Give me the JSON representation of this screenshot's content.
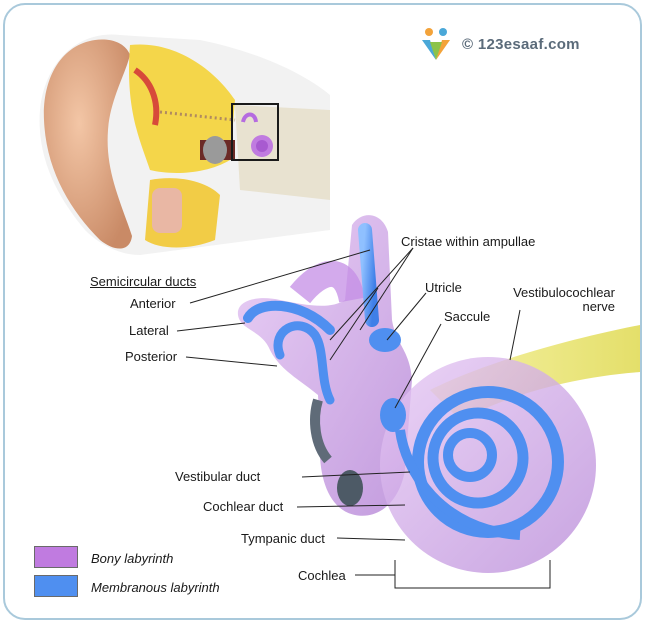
{
  "watermark": {
    "text": "© 123esaaf.com",
    "icon": "people-logo-icon"
  },
  "labels": {
    "semicircular_ducts": "Semicircular ducts",
    "anterior": "Anterior",
    "lateral": "Lateral",
    "posterior": "Posterior",
    "cristae": "Cristae within ampullae",
    "utricle": "Utricle",
    "saccule": "Saccule",
    "nerve_line1": "Vestibulocochlear",
    "nerve_line2": "nerve",
    "vestibular_duct": "Vestibular duct",
    "cochlear_duct": "Cochlear duct",
    "tympanic_duct": "Tympanic duct",
    "cochlea": "Cochlea"
  },
  "legend": [
    {
      "label": "Bony labyrinth",
      "color": "#c07be0"
    },
    {
      "label": "Membranous labyrinth",
      "color": "#4f8ff0"
    }
  ],
  "colors": {
    "frame": "#a9c9db",
    "bony": "#c07be0",
    "membranous": "#4f8ff0",
    "nerve": "#ecec7a"
  }
}
